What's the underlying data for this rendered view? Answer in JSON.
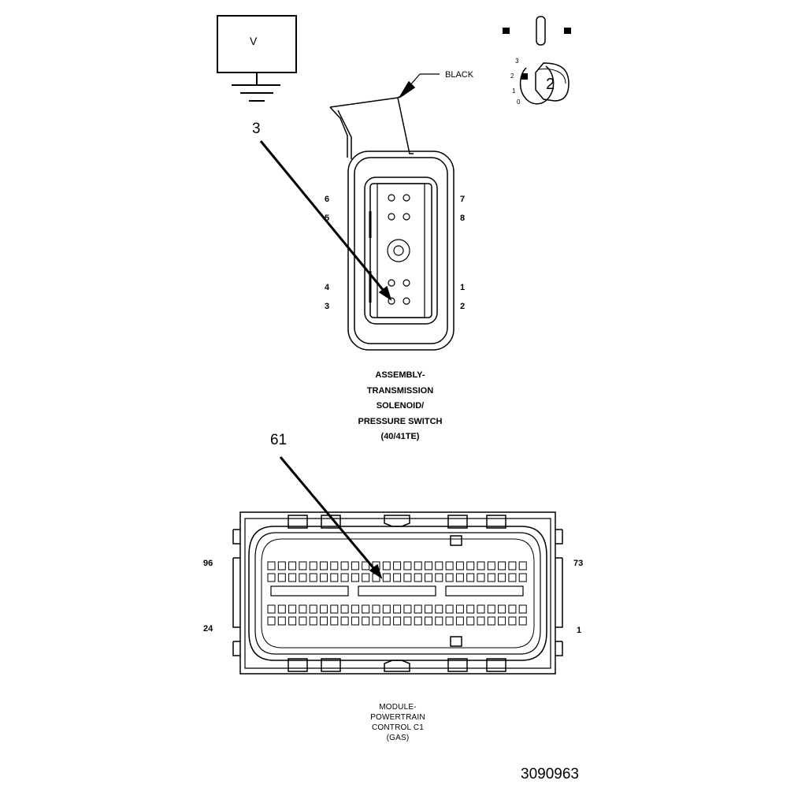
{
  "meter": {
    "label": "V"
  },
  "top_connector": {
    "color_label": "BLACK",
    "callout": "3",
    "pins_left": [
      "6",
      "5",
      "4",
      "3"
    ],
    "pins_right": [
      "7",
      "8",
      "1",
      "2"
    ],
    "title_lines": [
      "ASSEMBLY-",
      "TRANSMISSION",
      "SOLENOID/",
      "PRESSURE SWITCH",
      "(40/41TE)"
    ]
  },
  "probe_position": {
    "number": "2",
    "scale": [
      "3",
      "2",
      "1",
      "0"
    ]
  },
  "pcm_connector": {
    "callout": "61",
    "pin_top_left": "96",
    "pin_top_right": "73",
    "pin_bottom_left": "24",
    "pin_bottom_right": "1",
    "title_lines": [
      "MODULE-",
      "POWERTRAIN",
      "CONTROL C1",
      "(GAS)"
    ]
  },
  "figure_id": "3090963"
}
